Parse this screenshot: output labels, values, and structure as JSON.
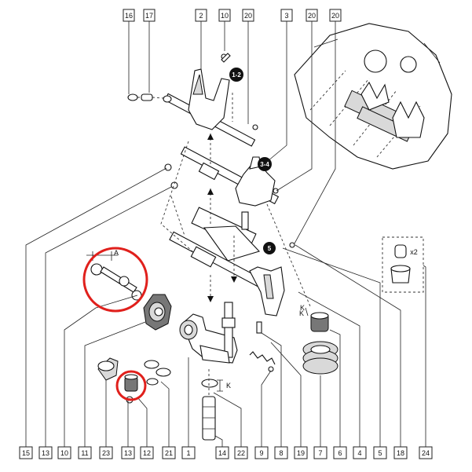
{
  "colors": {
    "highlight": "#e0201c",
    "ink": "#111111",
    "background": "#ffffff"
  },
  "top_callouts": [
    {
      "id": "t16",
      "text": "16"
    },
    {
      "id": "t17",
      "text": "17"
    },
    {
      "id": "t2",
      "text": "2"
    },
    {
      "id": "t10",
      "text": "10"
    },
    {
      "id": "t20a",
      "text": "20"
    },
    {
      "id": "t3",
      "text": "3"
    },
    {
      "id": "t20b",
      "text": "20"
    },
    {
      "id": "t20c",
      "text": "20"
    }
  ],
  "bottom_callouts": [
    {
      "id": "b15",
      "text": "15"
    },
    {
      "id": "b13",
      "text": "13"
    },
    {
      "id": "b10",
      "text": "10"
    },
    {
      "id": "b11",
      "text": "11"
    },
    {
      "id": "b23",
      "text": "23"
    },
    {
      "id": "b12",
      "text": "12"
    },
    {
      "id": "b13b",
      "text": "13"
    },
    {
      "id": "b21",
      "text": "21"
    },
    {
      "id": "b1",
      "text": "1"
    },
    {
      "id": "b14",
      "text": "14"
    },
    {
      "id": "b22",
      "text": "22"
    },
    {
      "id": "b9",
      "text": "9"
    },
    {
      "id": "b8",
      "text": "8"
    },
    {
      "id": "b19",
      "text": "19"
    },
    {
      "id": "b7",
      "text": "7"
    },
    {
      "id": "b6",
      "text": "6"
    },
    {
      "id": "b4",
      "text": "4"
    },
    {
      "id": "b5",
      "text": "5"
    },
    {
      "id": "b18",
      "text": "18"
    },
    {
      "id": "b24",
      "text": "24"
    }
  ],
  "gear_markers": [
    {
      "id": "g12",
      "text": "1-2"
    },
    {
      "id": "g34",
      "text": "3-4"
    },
    {
      "id": "g5",
      "text": "5"
    }
  ],
  "annotations": {
    "x2": "x2",
    "dim_a": "A",
    "dim_k1": "K",
    "dim_k2": "K"
  }
}
